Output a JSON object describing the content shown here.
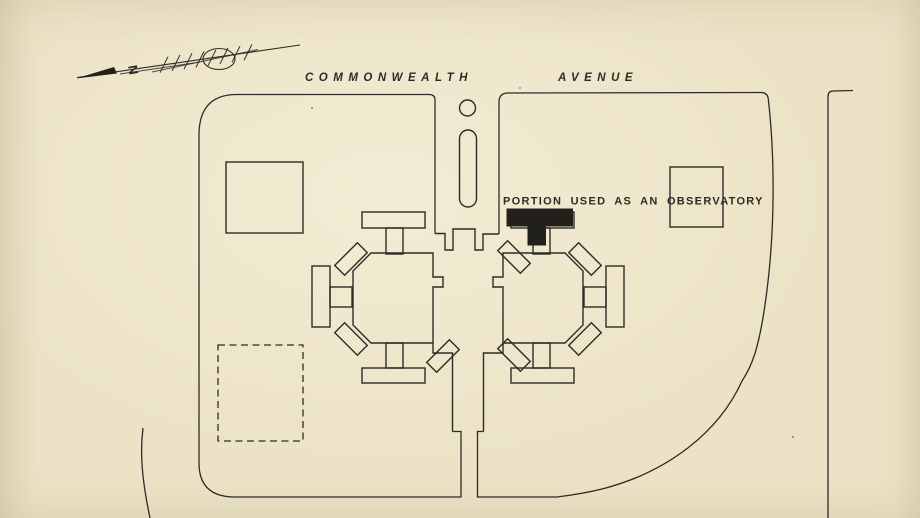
{
  "colors": {
    "paper": "#ece3c6",
    "ink": "#2d2b26",
    "observatory_fill": "#21201b"
  },
  "streets": {
    "commonwealth_label": "COMMONWEALTH",
    "avenue_label": "AVENUE"
  },
  "annotations": {
    "observatory_label": "PORTION USED AS AN OBSERVATORY"
  },
  "compass": {
    "north_label": "N"
  }
}
